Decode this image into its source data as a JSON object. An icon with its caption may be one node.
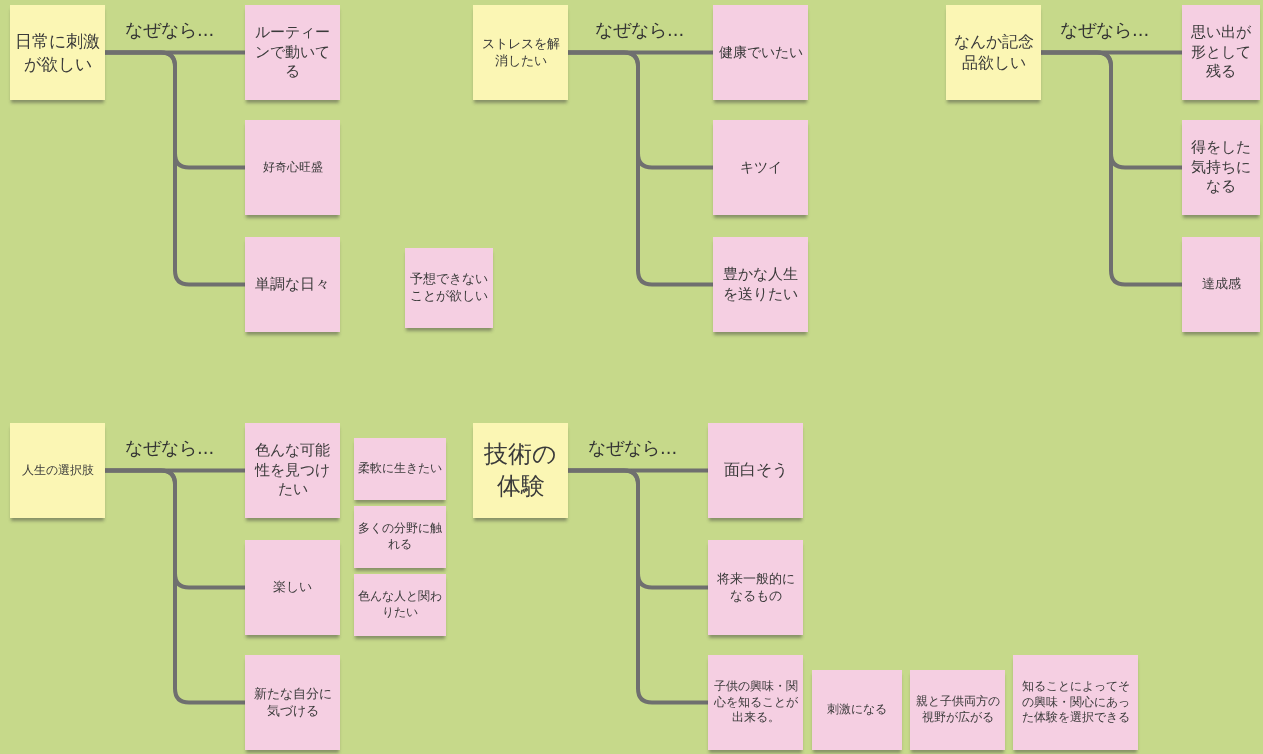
{
  "diagram": {
    "nodes": [
      {
        "text": [
          "日常に刺激が欲しい"
        ]
      },
      {
        "text": [
          "ルーティーンで動いてる"
        ]
      },
      {
        "text": [
          "好奇心旺盛"
        ]
      },
      {
        "text": [
          "単調な日々"
        ]
      },
      {
        "text": [
          "予想できないことが欲しい"
        ]
      },
      {
        "text": [
          "ストレスを解消したい"
        ]
      },
      {
        "text": [
          "健康でいたい"
        ]
      },
      {
        "text": [
          "キツイ"
        ]
      },
      {
        "text": [
          "豊かな人生を送りたい"
        ]
      },
      {
        "text": [
          "なんか記念品欲しい"
        ]
      },
      {
        "text": [
          "思い出が形として残る"
        ]
      },
      {
        "text": [
          "得をした気持ちになる"
        ]
      },
      {
        "text": [
          "達成感"
        ]
      },
      {
        "text": [
          "人生の選択肢"
        ]
      },
      {
        "text": [
          "色んな可能性を見つけたい"
        ]
      },
      {
        "text": [
          "楽しい"
        ]
      },
      {
        "text": [
          "新たな自分に気づける"
        ]
      },
      {
        "text": [
          "柔軟に生きたい"
        ]
      },
      {
        "text": [
          "多くの分野に触れる"
        ]
      },
      {
        "text": [
          "色んな人と関わりたい"
        ]
      },
      {
        "text": [
          "技術の体験"
        ]
      },
      {
        "text": [
          "面白そう"
        ]
      },
      {
        "text": [
          "将来一般的になるもの"
        ]
      },
      {
        "text": [
          "子供の興味・関心を知ることが出来る。"
        ]
      },
      {
        "text": [
          "刺激になる"
        ]
      },
      {
        "text": [
          "親と子供両方の視野が広がる"
        ]
      },
      {
        "text": [
          "知ることによってその興味・関心にあった体験を選択できる"
        ]
      }
    ],
    "edges": [
      {
        "from": 0,
        "to": 1,
        "arrow": "none"
      },
      {
        "from": 0,
        "to": 2,
        "arrow": "none"
      },
      {
        "from": 0,
        "to": 3,
        "arrow": "none"
      },
      {
        "from": 5,
        "to": 6,
        "arrow": "none"
      },
      {
        "from": 5,
        "to": 7,
        "arrow": "none"
      },
      {
        "from": 5,
        "to": 8,
        "arrow": "none"
      },
      {
        "from": 9,
        "to": 10,
        "arrow": "none"
      },
      {
        "from": 9,
        "to": 11,
        "arrow": "none"
      },
      {
        "from": 9,
        "to": 12,
        "arrow": "none"
      },
      {
        "from": 13,
        "to": 14,
        "arrow": "none"
      },
      {
        "from": 13,
        "to": 15,
        "arrow": "none"
      },
      {
        "from": 13,
        "to": 16,
        "arrow": "none"
      },
      {
        "from": 20,
        "to": 21,
        "arrow": "none"
      },
      {
        "from": 20,
        "to": 22,
        "arrow": "none"
      },
      {
        "from": 20,
        "to": 23,
        "arrow": "none"
      }
    ],
    "labels": [
      "なぜなら...",
      "なぜなら...",
      "なぜなら...",
      "なぜなら...",
      "なぜなら..."
    ]
  }
}
